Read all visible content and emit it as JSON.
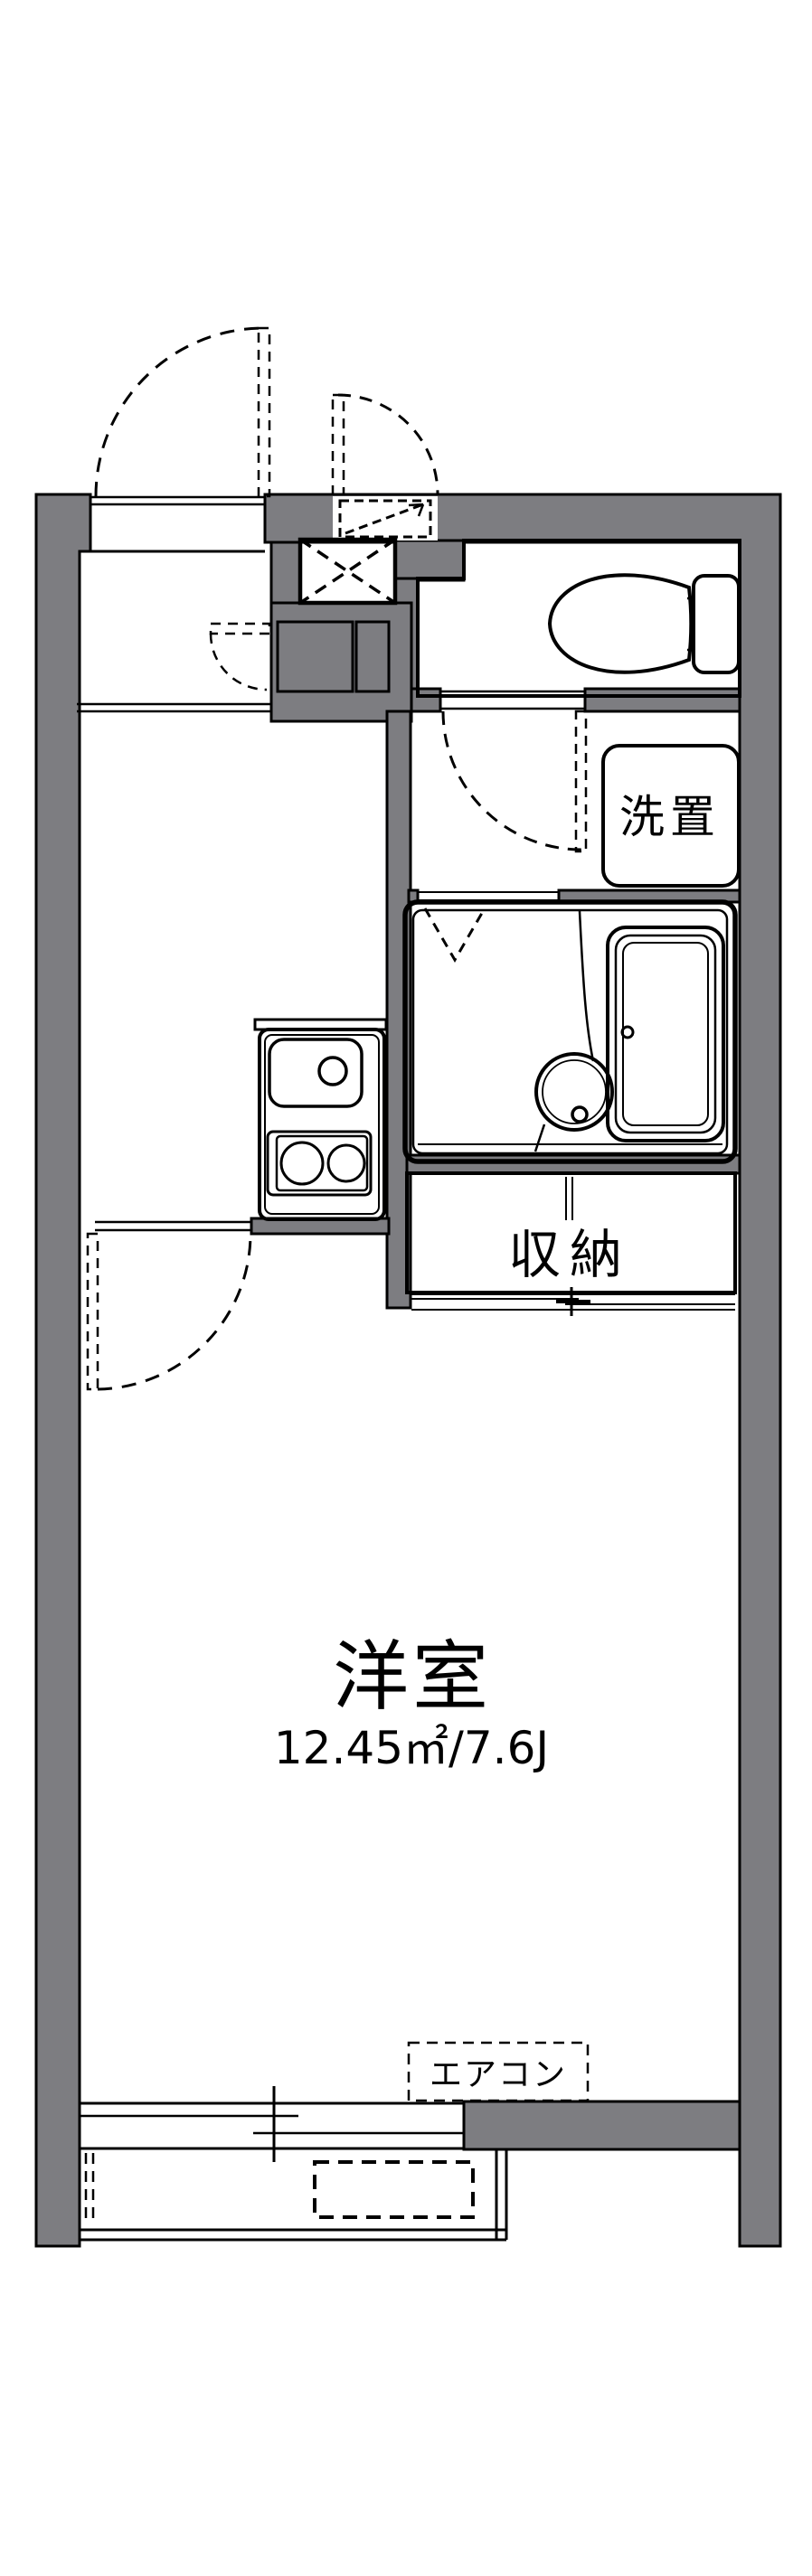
{
  "labels": {
    "main_room_name": "洋室",
    "main_room_area": "12.45㎡/7.6J",
    "closet": "収納",
    "washer_space": "洗置",
    "aircon": "エアコン"
  },
  "colors": {
    "wall_gray": "#7d7d81",
    "water_area_blue": "#dfe9f8",
    "storage_cream": "#fdf2e2",
    "line_black": "#000000",
    "background": "#ffffff"
  }
}
